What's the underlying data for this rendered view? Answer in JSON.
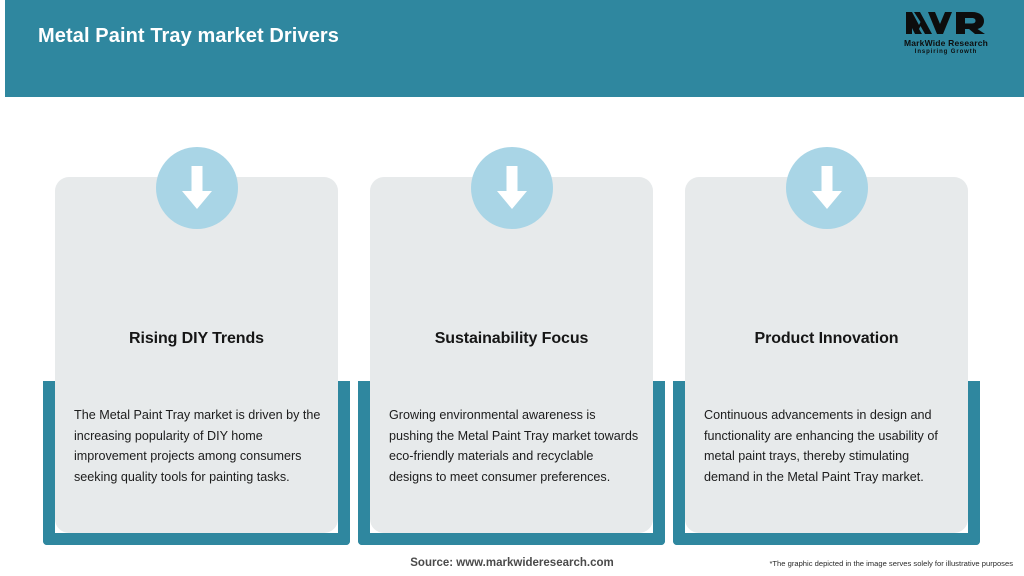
{
  "header": {
    "title": "Metal Paint Tray market Drivers",
    "background_color": "#2F879F",
    "title_color": "#FFFFFF"
  },
  "logo": {
    "mark": "MWR",
    "name": "MarkWide Research",
    "tagline": "Inspiring Growth"
  },
  "theme": {
    "accent_teal": "#2F879F",
    "card_gray": "#E7EAEB",
    "icon_circle_blue": "#A9D5E6",
    "arrow_white": "#FFFFFF"
  },
  "cards": [
    {
      "icon": "arrow-down-icon",
      "title": "Rising DIY Trends",
      "body": "The Metal Paint Tray market is driven by the increasing popularity of DIY home improvement projects among consumers seeking quality tools for painting tasks."
    },
    {
      "icon": "arrow-down-icon",
      "title": "Sustainability Focus",
      "body": "Growing environmental awareness is pushing the Metal Paint Tray market towards eco-friendly materials and recyclable designs to meet consumer preferences."
    },
    {
      "icon": "arrow-down-icon",
      "title": "Product Innovation",
      "body": "Continuous advancements in design and functionality are enhancing the usability of metal paint trays, thereby stimulating demand in the Metal Paint Tray market."
    }
  ],
  "footer": {
    "source": "Source: www.markwideresearch.com",
    "disclaimer": "*The graphic depicted in the image serves solely for illustrative purposes"
  }
}
